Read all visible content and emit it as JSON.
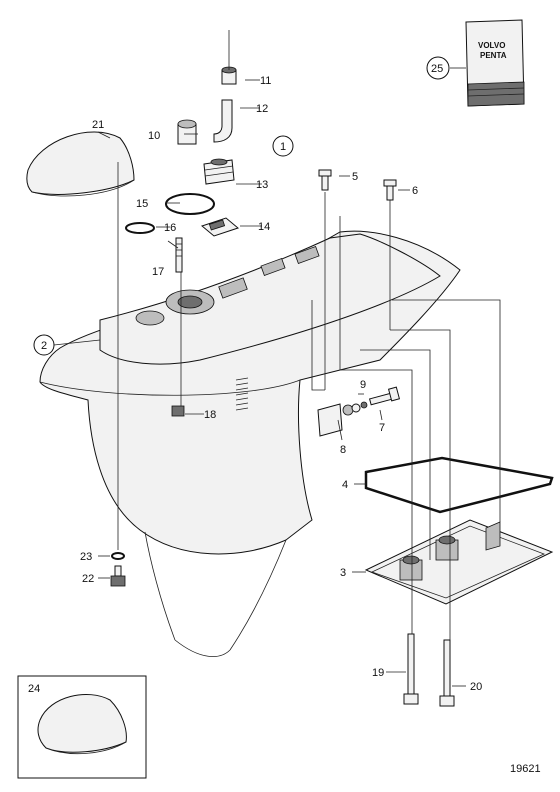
{
  "labels": {
    "p1": "1",
    "p2": "2",
    "p3": "3",
    "p4": "4",
    "p5": "5",
    "p6": "6",
    "p7": "7",
    "p8": "8",
    "p9": "9",
    "p10": "10",
    "p11": "11",
    "p12": "12",
    "p13": "13",
    "p14": "14",
    "p15": "15",
    "p16": "16",
    "p17": "17",
    "p18": "18",
    "p19": "19",
    "p20": "20",
    "p21": "21",
    "p22": "22",
    "p23": "23",
    "p24": "24",
    "p25": "25"
  },
  "manual": {
    "brand_line1": "VOLVO",
    "brand_line2": "PENTA"
  },
  "figure_number": "19621",
  "colors": {
    "line": "#111111",
    "fill_light": "#f2f2f2",
    "fill_dark": "#6e6e6e"
  }
}
